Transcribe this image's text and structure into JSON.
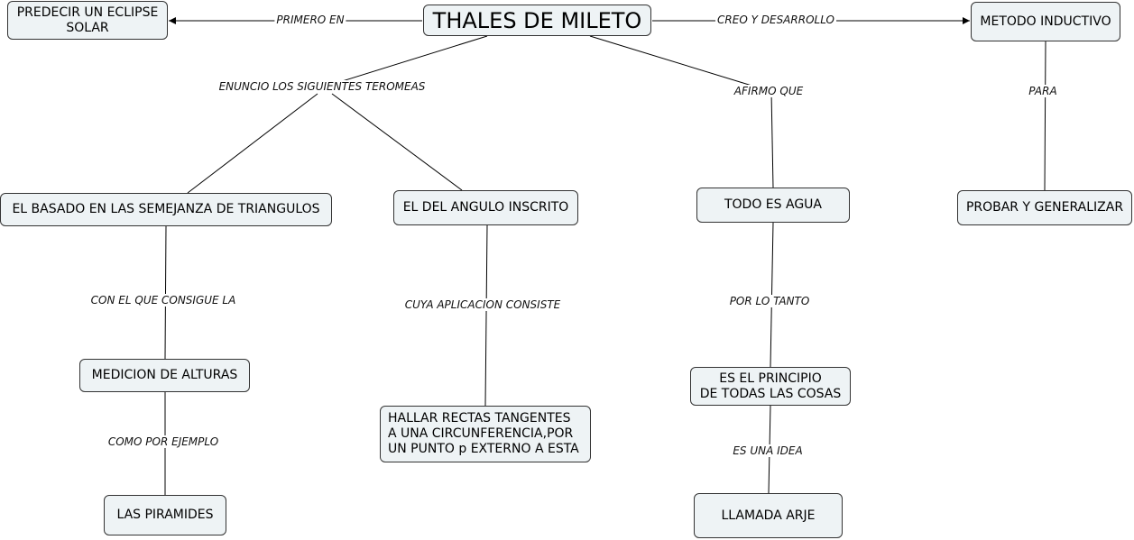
{
  "nodes": {
    "thales": "THALES DE MILETO",
    "eclipse": [
      "PREDECIR UN ECLIPSE",
      "SOLAR"
    ],
    "metodo": "METODO INDUCTIVO",
    "probar": "PROBAR Y GENERALIZAR",
    "semejanza": "EL BASADO EN LAS SEMEJANZA DE TRIANGULOS",
    "angulo": "EL DEL ANGULO INSCRITO",
    "agua": "TODO ES AGUA",
    "medicion": "MEDICION DE ALTURAS",
    "piramides": "LAS PIRAMIDES",
    "hallar": [
      "HALLAR RECTAS TANGENTES",
      "A UNA CIRCUNFERENCIA,POR",
      "UN PUNTO p EXTERNO A ESTA"
    ],
    "principio": [
      "ES EL PRINCIPIO",
      "DE TODAS LAS COSAS"
    ],
    "arje": "LLAMADA ARJE"
  },
  "links": {
    "primero": "PRIMERO EN",
    "creo": "CREO Y DESARROLLO",
    "enuncio": "ENUNCIO LOS SIGUIENTES TEROMEAS",
    "afirmo": "AFIRMO QUE",
    "para": "PARA",
    "con_el": "CON EL QUE CONSIGUE LA",
    "cuya": "CUYA APLICACION CONSISTE",
    "por_lo": "POR LO TANTO",
    "como": "COMO POR EJEMPLO",
    "es_una": "ES UNA IDEA"
  }
}
